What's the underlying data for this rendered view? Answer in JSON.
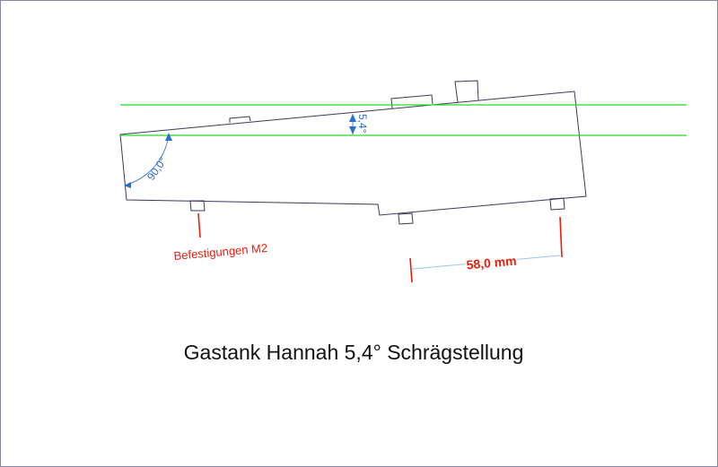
{
  "title": "Gastank Hannah 5,4° Schrägstellung",
  "annotations": {
    "mount_label": "Befestigungen M2",
    "distance": "58,0 mm",
    "angle_corner": "90,0°",
    "angle_tilt": "5,4°"
  },
  "colors": {
    "outline": "#3a3a5c",
    "reference_lines": "#22dd22",
    "dimension": "#2a6fd0",
    "annotation": "#ee1c0c"
  }
}
